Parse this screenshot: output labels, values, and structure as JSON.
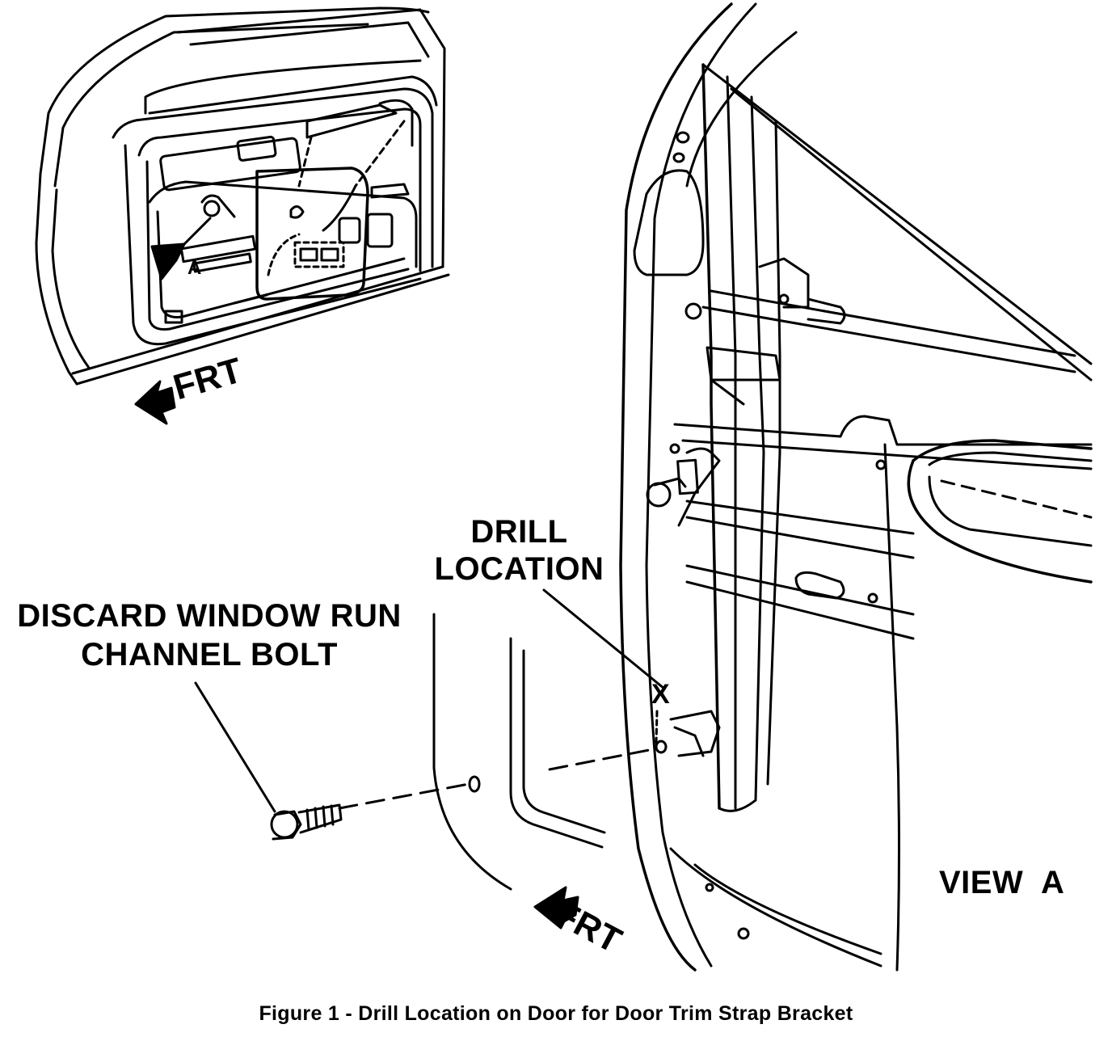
{
  "labels": {
    "drill_location_line1": "DRILL",
    "drill_location_line2": "LOCATION",
    "discard_line1": "DISCARD WINDOW RUN",
    "discard_line2": "CHANNEL BOLT",
    "frt_top": "FRT",
    "frt_bottom": "FRT",
    "view": "VIEW  A",
    "inset_view_letter": "A",
    "drill_mark": "X"
  },
  "caption": "Figure 1 - Drill Location on Door for Door Trim Strap Bracket"
}
